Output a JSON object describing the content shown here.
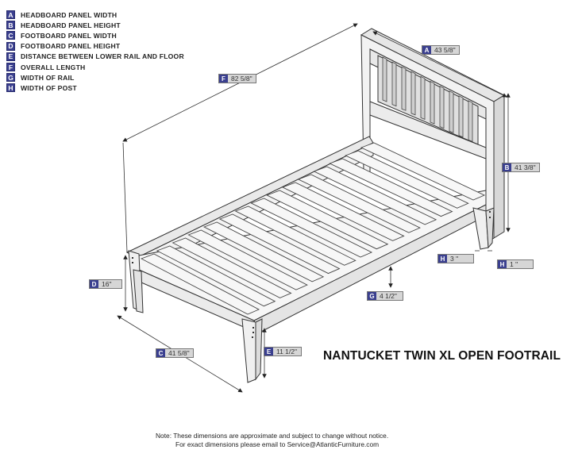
{
  "legend": [
    {
      "key": "A",
      "text": "HEADBOARD PANEL WIDTH"
    },
    {
      "key": "B",
      "text": "HEADBOARD PANEL HEIGHT"
    },
    {
      "key": "C",
      "text": "FOOTBOARD PANEL WIDTH"
    },
    {
      "key": "D",
      "text": "FOOTBOARD PANEL HEIGHT"
    },
    {
      "key": "E",
      "text": "DISTANCE BETWEEN LOWER RAIL AND FLOOR"
    },
    {
      "key": "F",
      "text": "OVERALL LENGTH"
    },
    {
      "key": "G",
      "text": "WIDTH OF RAIL"
    },
    {
      "key": "H",
      "text": "WIDTH OF POST"
    }
  ],
  "dimensions": {
    "A": {
      "key": "A",
      "value": "43 5/8\""
    },
    "B": {
      "key": "B",
      "value": "41 3/8\""
    },
    "C": {
      "key": "C",
      "value": "41 5/8\""
    },
    "D": {
      "key": "D",
      "value": "16\""
    },
    "E": {
      "key": "E",
      "value": "11 1/2\""
    },
    "F": {
      "key": "F",
      "value": "82 5/8\""
    },
    "G": {
      "key": "G",
      "value": "4 1/2\""
    },
    "H1": {
      "key": "H",
      "value": "3 \""
    },
    "H2": {
      "key": "H",
      "value": "1 \""
    }
  },
  "title": "NANTUCKET TWIN XL OPEN FOOTRAIL",
  "note": {
    "line1": "Note:  These dimensions are approximate and subject to change without notice.",
    "line2": "For exact dimensions please email to Service@AtlanticFurniture.com"
  }
}
